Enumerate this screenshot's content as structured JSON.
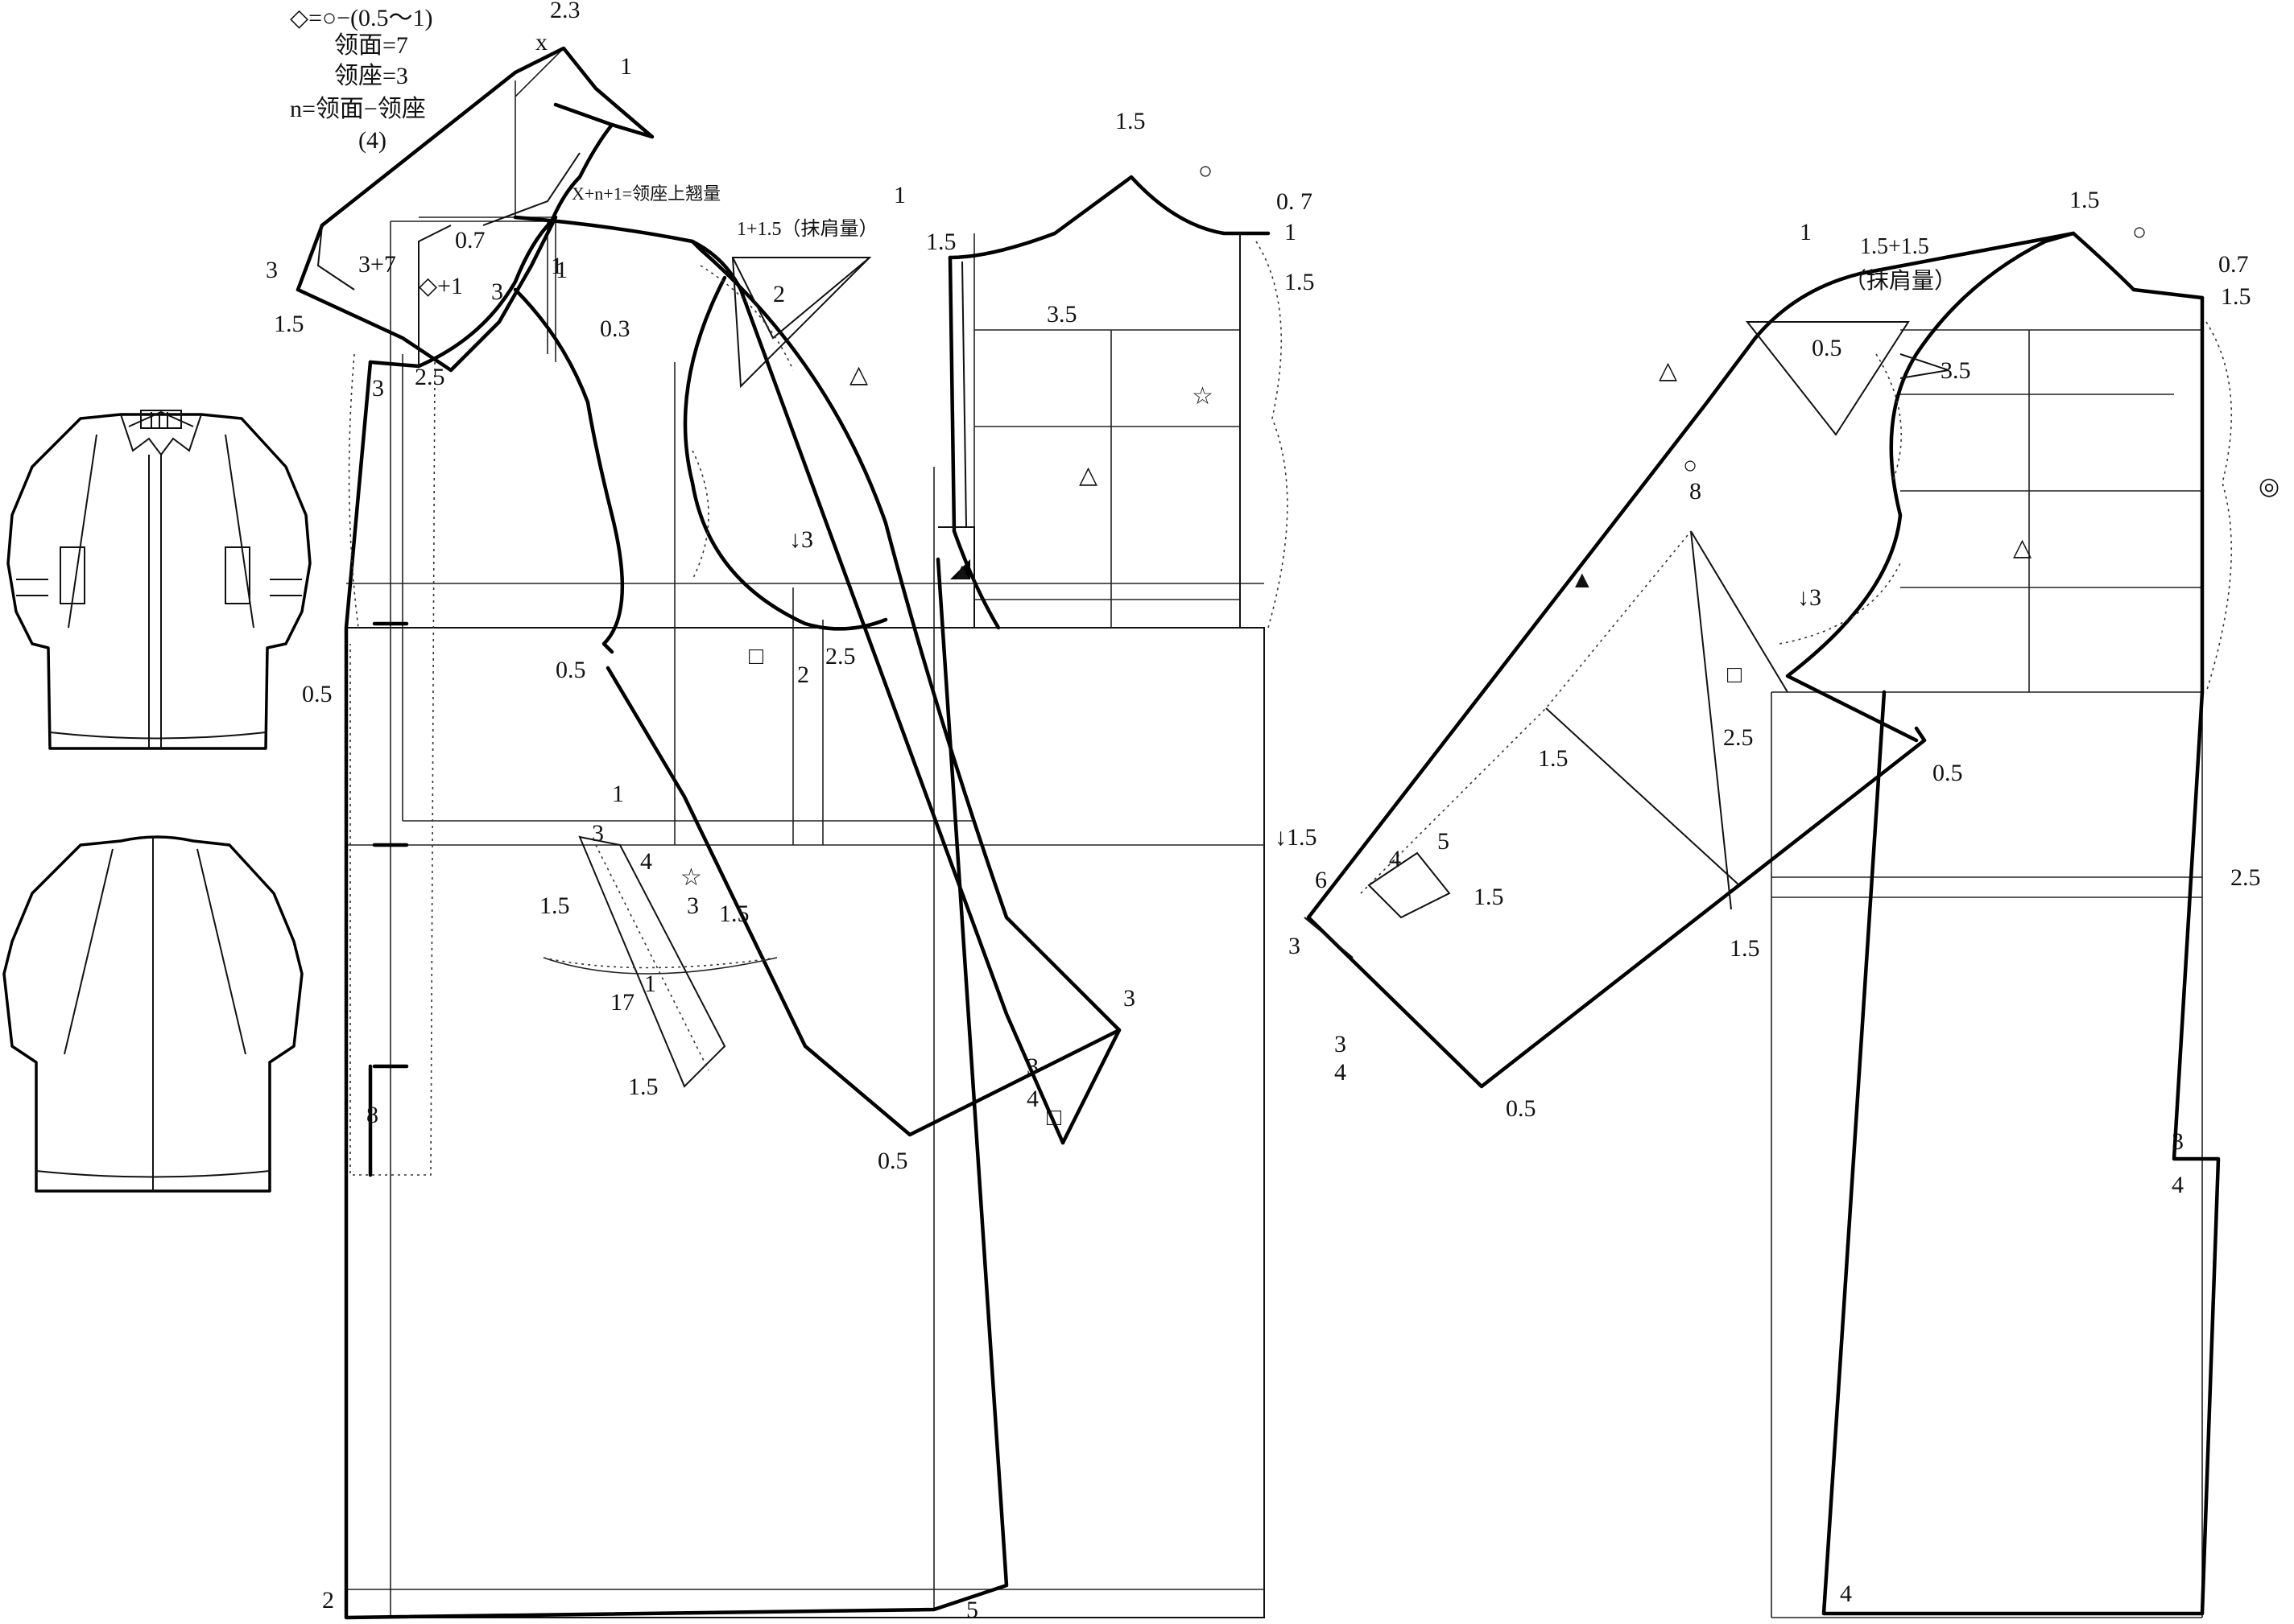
{
  "formulas": {
    "line1": "◇=○−(0.5～1)",
    "line2": "领面=7",
    "line3": "领座=3",
    "line4": "n=领面−领座",
    "line5": "(4)"
  },
  "collar_note": "X+n+1=领座上翘量",
  "shoulder_pad_front": "1+1.5（抹肩量）",
  "shoulder_pad_back_top": "1.5+1.5",
  "shoulder_pad_back_bottom": "（抹肩量）",
  "symbols": {
    "circle": "○",
    "double_circle": "◎",
    "star": "☆",
    "triangle_open": "△",
    "triangle_filled": "▲",
    "square": "□"
  },
  "labels": {
    "front": [
      "2.3",
      "x",
      "1",
      "1",
      "0.7",
      "◇+1",
      "3",
      "3+7",
      "3",
      "1.5",
      "2.5",
      "3",
      "1",
      "0.3",
      "2",
      "↓3",
      "0.5",
      "□",
      "2",
      "2.5",
      "0.5",
      "1",
      "3",
      "4",
      "1.5",
      "☆",
      "3",
      "1.5",
      "17",
      "1",
      "1.5",
      "8",
      "2",
      "5",
      "3",
      "0.5",
      "3",
      "4",
      "□",
      "↓1.5"
    ],
    "front_body": [
      "1.5",
      "○",
      "0. 7",
      "1",
      "1",
      "1.5",
      "3.5",
      "1.5",
      "☆",
      "△",
      "▲",
      "△"
    ],
    "back": [
      "1.5",
      "1",
      "○",
      "0.7",
      "1.5",
      "0.5",
      "3.5",
      "△",
      "◎",
      "△",
      "○",
      "8",
      "▲",
      "↓3",
      "□",
      "2.5",
      "1.5",
      "0.5",
      "6",
      "4",
      "5",
      "1.5",
      "3",
      "1.5",
      "3",
      "4",
      "0.5",
      "2.5",
      "3",
      "4",
      "4"
    ]
  }
}
